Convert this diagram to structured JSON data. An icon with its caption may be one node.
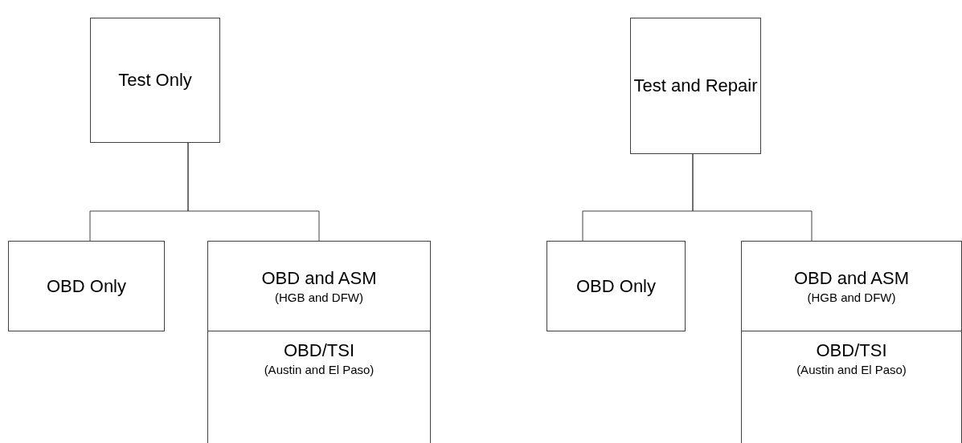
{
  "diagram": {
    "nodes": [
      {
        "text": [
          "Test Only"
        ]
      },
      {
        "text": [
          "OBD Only"
        ]
      },
      {
        "text": [
          "OBD and ASM",
          "(HGB and DFW)"
        ]
      },
      {
        "text": [
          "OBD/TSI",
          "(Austin and El Paso)"
        ]
      },
      {
        "text": [
          "Test and Repair"
        ]
      },
      {
        "text": [
          "OBD Only"
        ]
      },
      {
        "text": [
          "OBD and ASM",
          "(HGB and DFW)"
        ]
      },
      {
        "text": [
          "OBD/TSI",
          "(Austin and El Paso)"
        ]
      }
    ],
    "edges": [
      {
        "from": 0,
        "to": 1,
        "arrow": "none"
      },
      {
        "from": 0,
        "to": 2,
        "arrow": "none"
      },
      {
        "from": 4,
        "to": 5,
        "arrow": "none"
      },
      {
        "from": 4,
        "to": 6,
        "arrow": "none"
      }
    ]
  }
}
